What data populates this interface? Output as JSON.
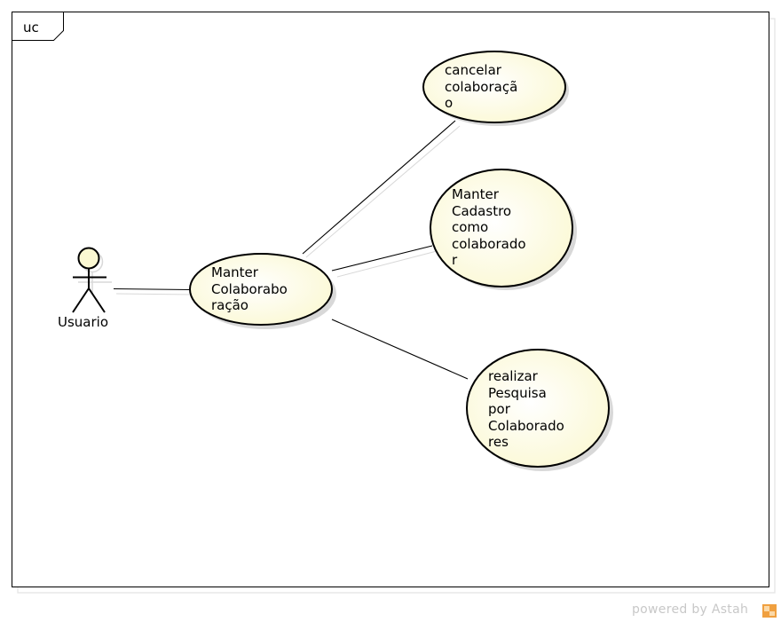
{
  "frame": {
    "label": "uc"
  },
  "actor": {
    "name": "Usuario"
  },
  "use_cases": {
    "main": "Manter\nColaborabo\nração",
    "cancel": "cancelar\ncolaboraçã\no",
    "register": "Manter\nCadastro\ncomo\ncolaborado\nr",
    "search": "realizar\nPesquisa\npor\nColaborado\nres"
  },
  "watermark": {
    "text": "powered by Astah",
    "icon": "astah-logo-icon"
  },
  "colors": {
    "use_case_fill": "#fffde0",
    "shadow": "#d8d8d8",
    "stroke": "#000000",
    "logo": "#f0a040"
  }
}
